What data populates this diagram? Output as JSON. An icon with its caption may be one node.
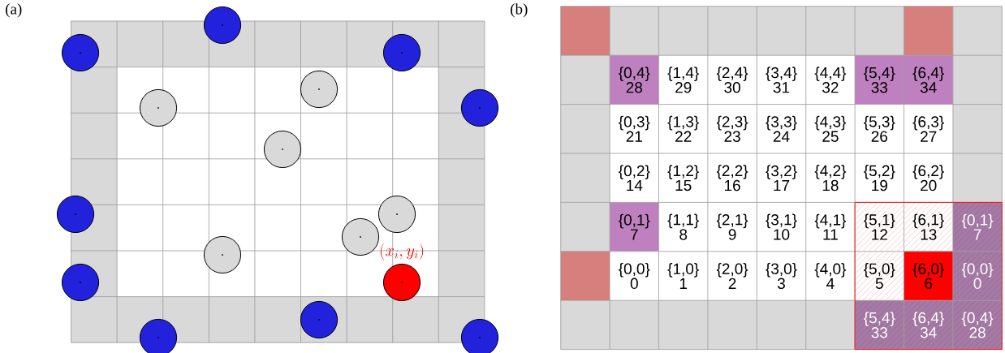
{
  "diagram": {
    "labels": [
      "(a)",
      "(x_i,y_i)",
      "(b)",
      "{0,4} 28",
      "{1,4} 29",
      "{2,4} 30",
      "{3,4} 31",
      "{4,4} 32",
      "{5,4} 33",
      "{6,4} 34",
      "{0,3} 21",
      "{1,3} 22",
      "{2,3} 23",
      "{3,3} 24",
      "{4,3} 25",
      "{5,3} 26",
      "{6,3} 27",
      "{0,2} 14",
      "{1,2} 15",
      "{2,2} 16",
      "{3,2} 17",
      "{4,2} 18",
      "{5,2} 19",
      "{6,2} 20",
      "{0,1} 7",
      "{1,1} 8",
      "{2,1} 9",
      "{3,1} 10",
      "{4,1} 11",
      "{5,1} 12",
      "{6,1} 13",
      "{0,1} 7",
      "{0,0} 0",
      "{1,0} 1",
      "{2,0} 2",
      "{3,0} 3",
      "{4,0} 4",
      "{5,0} 5",
      "{6,0} 6",
      "{0,0} 0",
      "{5,4} 33",
      "{6,4} 34",
      "{0,4} 28"
    ]
  }
}
